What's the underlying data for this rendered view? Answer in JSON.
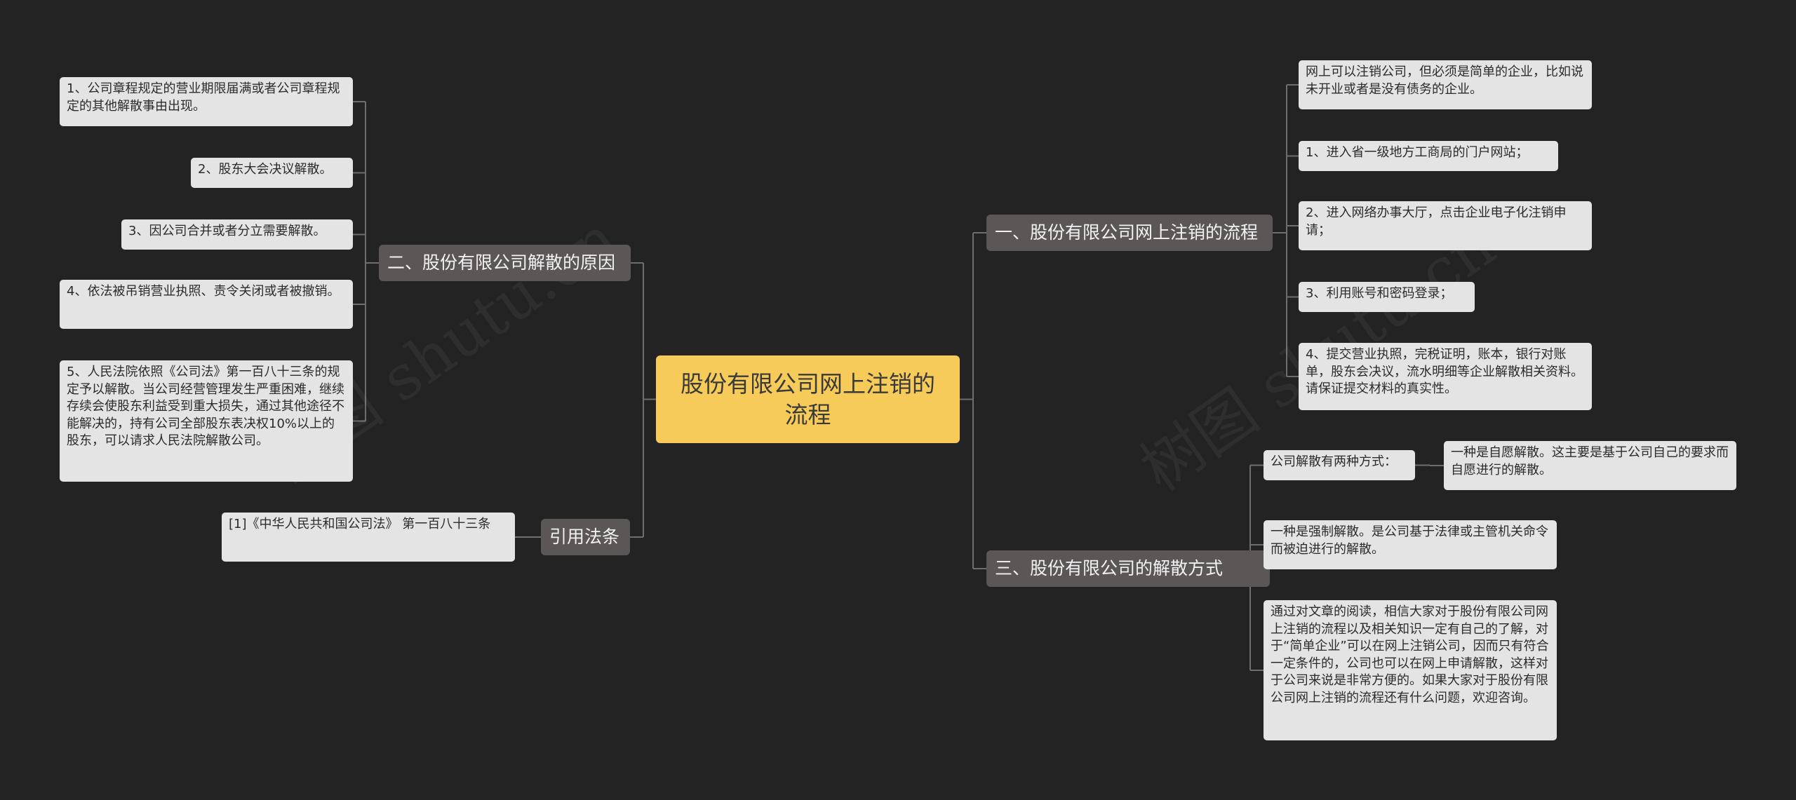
{
  "root": {
    "label": "股份有限公司网上注销的流程"
  },
  "branches": {
    "b1": {
      "label": "一、股份有限公司网上注销的流程"
    },
    "b2": {
      "label": "二、股份有限公司解散的原因"
    },
    "b3": {
      "label": "三、股份有限公司的解散方式"
    },
    "b4": {
      "label": "引用法条"
    }
  },
  "leaves": {
    "b1_0": "网上可以注销公司，但必须是简单的企业，比如说未开业或者是没有债务的企业。",
    "b1_1": "1、进入省一级地方工商局的门户网站；",
    "b1_2": "2、进入网络办事大厅，点击企业电子化注销申请；",
    "b1_3": "3、利用账号和密码登录；",
    "b1_4": "4、提交营业执照，完税证明，账本，银行对账单，股东会决议，流水明细等企业解散相关资料。请保证提交材料的真实性。",
    "b2_0": "1、公司章程规定的营业期限届满或者公司章程规定的其他解散事由出现。",
    "b2_1": "2、股东大会决议解散。",
    "b2_2": "3、因公司合并或者分立需要解散。",
    "b2_3": "4、依法被吊销营业执照、责令关闭或者被撤销。",
    "b2_4": "5、人民法院依照《公司法》第一百八十三条的规定予以解散。当公司经营管理发生严重困难，继续存续会使股东利益受到重大损失，通过其他途径不能解决的，持有公司全部股东表决权10%以上的股东，可以请求人民法院解散公司。",
    "b3_0": "公司解散有两种方式：",
    "b3_0_0": "一种是自愿解散。这主要是基于公司自己的要求而自愿进行的解散。",
    "b3_1": "一种是强制解散。是公司基于法律或主管机关命令而被迫进行的解散。",
    "b3_2": "通过对文章的阅读，相信大家对于股份有限公司网上注销的流程以及相关知识一定有自己的了解，对于“简单企业”可以在网上注销公司，因而只有符合一定条件的，公司也可以在网上申请解散，这样对于公司来说是非常方便的。如果大家对于股份有限公司网上注销的流程还有什么问题，欢迎咨询。",
    "b4_0": "[1]《中华人民共和国公司法》 第一百八十三条"
  },
  "watermark": {
    "text1": "树图 shutu.cn",
    "text2": "树图 shutu.cn"
  },
  "colors": {
    "background": "#232323",
    "root": "#f6cb5a",
    "branch": "#5a5756",
    "leaf": "#e4e4e4",
    "connector": "#6e6e6e"
  }
}
